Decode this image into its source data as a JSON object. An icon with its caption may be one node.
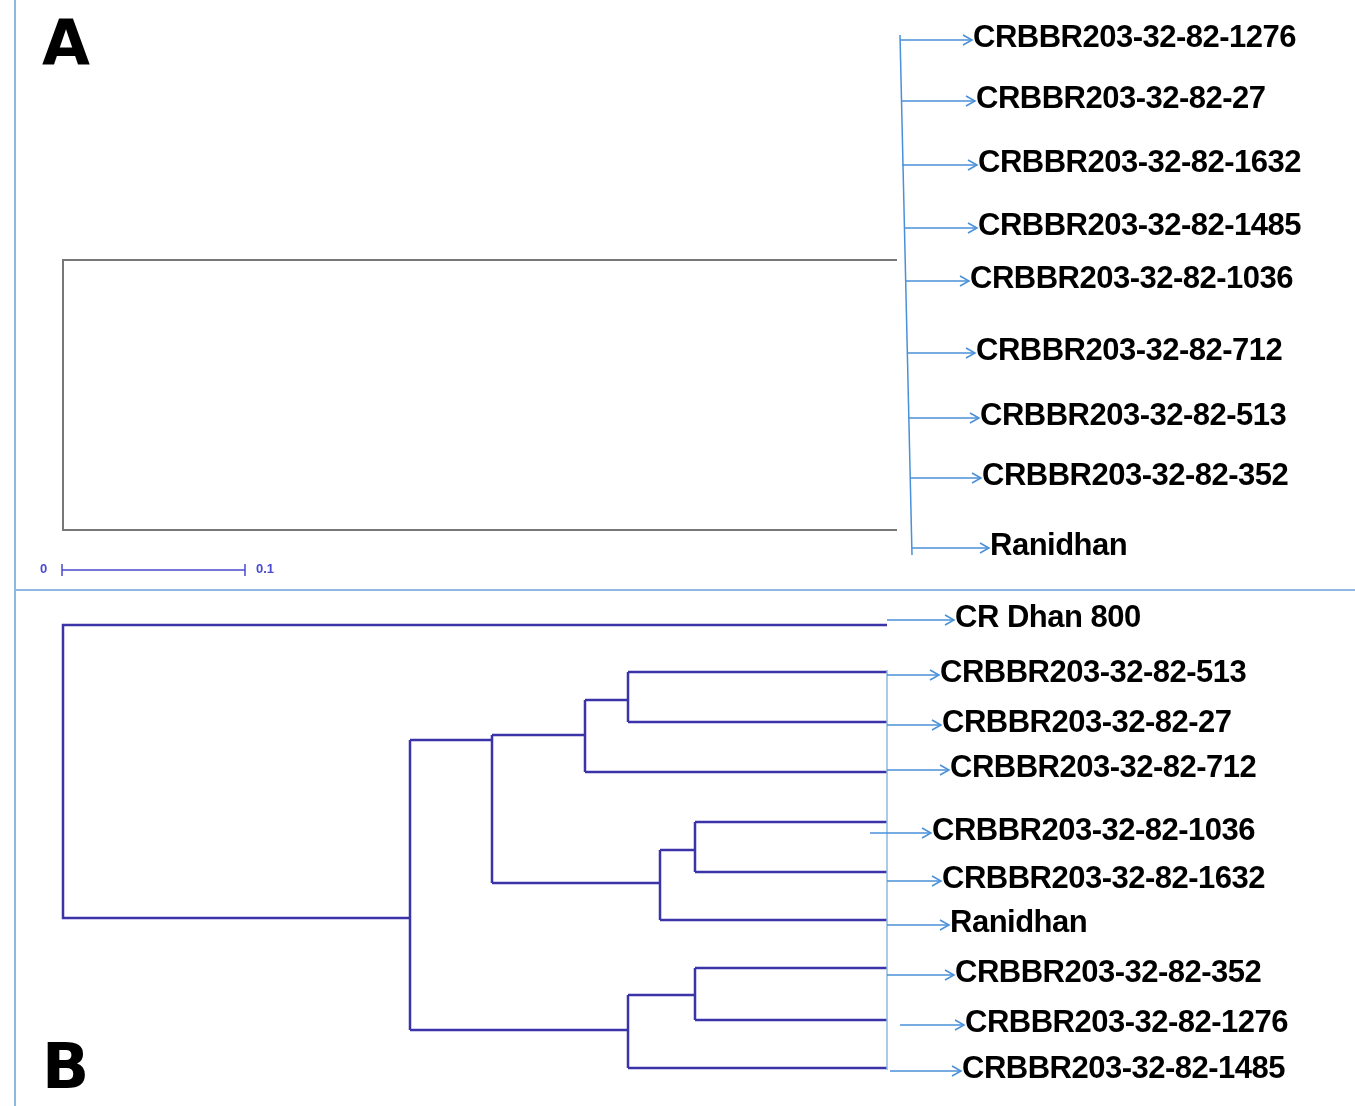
{
  "diagram": {
    "nodes": [
      {
        "text": [
          "CRBBR203-32-82-1276"
        ]
      },
      {
        "text": [
          "CRBBR203-32-82-27"
        ]
      },
      {
        "text": [
          "CRBBR203-32-82-1632"
        ]
      },
      {
        "text": [
          "CRBBR203-32-82-1485"
        ]
      },
      {
        "text": [
          "CRBBR203-32-82-1036"
        ]
      },
      {
        "text": [
          "CRBBR203-32-82-712"
        ]
      },
      {
        "text": [
          "CRBBR203-32-82-513"
        ]
      },
      {
        "text": [
          "CRBBR203-32-82-352"
        ]
      },
      {
        "text": [
          "Ranidhan"
        ]
      },
      {
        "text": [
          "CR Dhan 800"
        ]
      },
      {
        "text": [
          "CRBBR203-32-82-513"
        ]
      },
      {
        "text": [
          "CRBBR203-32-82-27"
        ]
      },
      {
        "text": [
          "CRBBR203-32-82-712"
        ]
      },
      {
        "text": [
          "CRBBR203-32-82-1036"
        ]
      },
      {
        "text": [
          "CRBBR203-32-82-1632"
        ]
      },
      {
        "text": [
          "Ranidhan"
        ]
      },
      {
        "text": [
          "CRBBR203-32-82-352"
        ]
      },
      {
        "text": [
          "CRBBR203-32-82-1276"
        ]
      },
      {
        "text": [
          "CRBBR203-32-82-1485"
        ]
      }
    ],
    "edges": [
      {
        "from": null,
        "to": 0,
        "arrow": "to"
      },
      {
        "from": null,
        "to": 1,
        "arrow": "to"
      },
      {
        "from": null,
        "to": 2,
        "arrow": "to"
      },
      {
        "from": null,
        "to": 3,
        "arrow": "to"
      },
      {
        "from": null,
        "to": 4,
        "arrow": "to"
      },
      {
        "from": null,
        "to": 5,
        "arrow": "to"
      },
      {
        "from": null,
        "to": 6,
        "arrow": "to"
      },
      {
        "from": null,
        "to": 7,
        "arrow": "to"
      },
      {
        "from": null,
        "to": 8,
        "arrow": "to"
      },
      {
        "from": null,
        "to": 9,
        "arrow": "to"
      },
      {
        "from": null,
        "to": 10,
        "arrow": "to"
      },
      {
        "from": null,
        "to": 11,
        "arrow": "to"
      },
      {
        "from": null,
        "to": 12,
        "arrow": "to"
      },
      {
        "from": null,
        "to": 13,
        "arrow": "to"
      },
      {
        "from": null,
        "to": 14,
        "arrow": "to"
      },
      {
        "from": null,
        "to": 15,
        "arrow": "to"
      },
      {
        "from": null,
        "to": 16,
        "arrow": "to"
      },
      {
        "from": null,
        "to": 17,
        "arrow": "to"
      },
      {
        "from": null,
        "to": 18,
        "arrow": "to"
      }
    ],
    "labels": [
      "A",
      "0",
      "0.1",
      "B"
    ]
  }
}
